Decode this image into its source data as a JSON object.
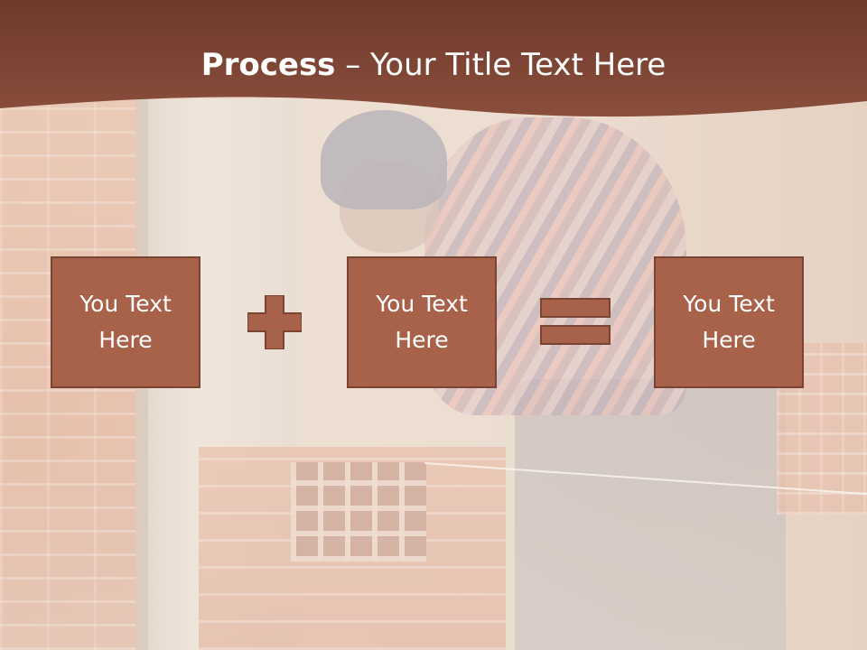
{
  "slide": {
    "title_bold": "Process",
    "title_rest": " – Your Title Text Here",
    "header_color": "#7d4535",
    "box_color": "#a8624a",
    "boxes": [
      {
        "text": "You Text\nHere"
      },
      {
        "text": "You Text\nHere"
      },
      {
        "text": "You Text\nHere"
      }
    ],
    "operators": [
      "plus-icon",
      "equals-icon"
    ],
    "background": "photo of a worker laying bricks"
  }
}
